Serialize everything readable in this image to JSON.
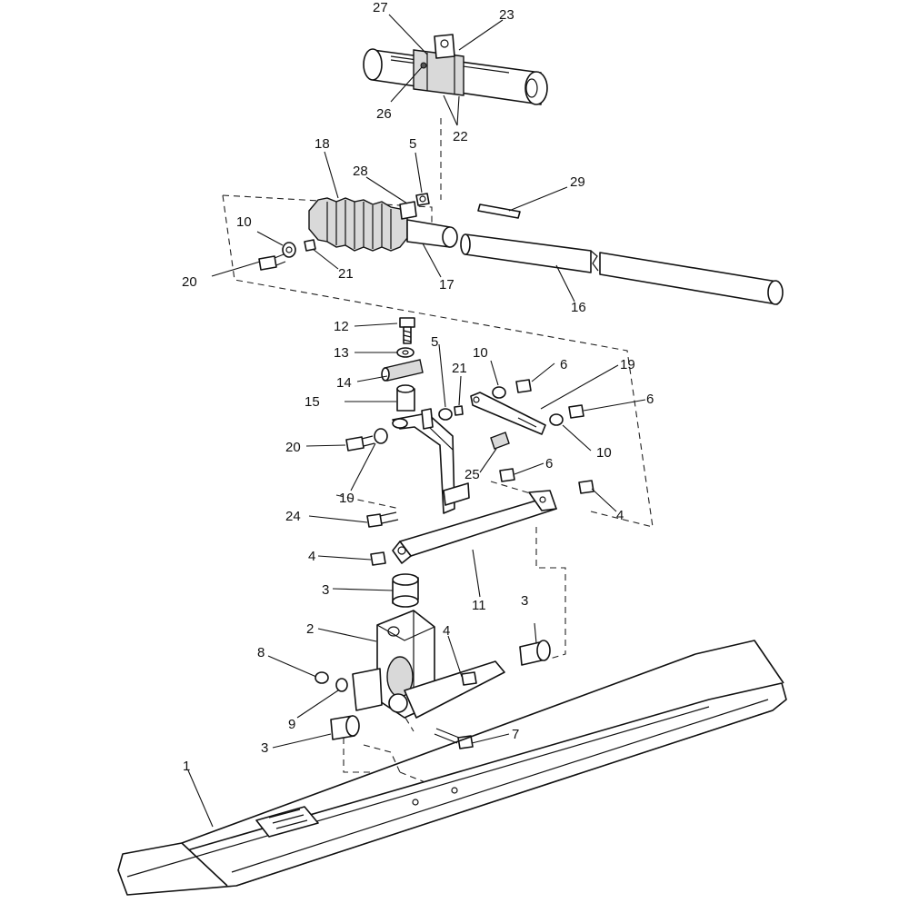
{
  "diagram": {
    "callouts": [
      {
        "id": "c27",
        "label": "27"
      },
      {
        "id": "c23",
        "label": "23"
      },
      {
        "id": "c26",
        "label": "26"
      },
      {
        "id": "c22",
        "label": "22"
      },
      {
        "id": "c18",
        "label": "18"
      },
      {
        "id": "c5a",
        "label": "5"
      },
      {
        "id": "c28",
        "label": "28"
      },
      {
        "id": "c29",
        "label": "29"
      },
      {
        "id": "c10a",
        "label": "10"
      },
      {
        "id": "c20a",
        "label": "20"
      },
      {
        "id": "c21a",
        "label": "21"
      },
      {
        "id": "c17",
        "label": "17"
      },
      {
        "id": "c16",
        "label": "16"
      },
      {
        "id": "c12",
        "label": "12"
      },
      {
        "id": "c13",
        "label": "13"
      },
      {
        "id": "c14",
        "label": "14"
      },
      {
        "id": "c15",
        "label": "15"
      },
      {
        "id": "c5b",
        "label": "5"
      },
      {
        "id": "c21b",
        "label": "21"
      },
      {
        "id": "c10b",
        "label": "10"
      },
      {
        "id": "c6a",
        "label": "6"
      },
      {
        "id": "c19",
        "label": "19"
      },
      {
        "id": "c6b",
        "label": "6"
      },
      {
        "id": "c10c",
        "label": "10"
      },
      {
        "id": "c20b",
        "label": "20"
      },
      {
        "id": "c10d",
        "label": "10"
      },
      {
        "id": "c25",
        "label": "25"
      },
      {
        "id": "c6c",
        "label": "6"
      },
      {
        "id": "c24",
        "label": "24"
      },
      {
        "id": "c4a",
        "label": "4"
      },
      {
        "id": "c4b",
        "label": "4"
      },
      {
        "id": "c3a",
        "label": "3"
      },
      {
        "id": "c11",
        "label": "11"
      },
      {
        "id": "c2",
        "label": "2"
      },
      {
        "id": "c3b",
        "label": "3"
      },
      {
        "id": "c4c",
        "label": "4"
      },
      {
        "id": "c8",
        "label": "8"
      },
      {
        "id": "c9",
        "label": "9"
      },
      {
        "id": "c3c",
        "label": "3"
      },
      {
        "id": "c7",
        "label": "7"
      },
      {
        "id": "c1",
        "label": "1"
      }
    ]
  }
}
